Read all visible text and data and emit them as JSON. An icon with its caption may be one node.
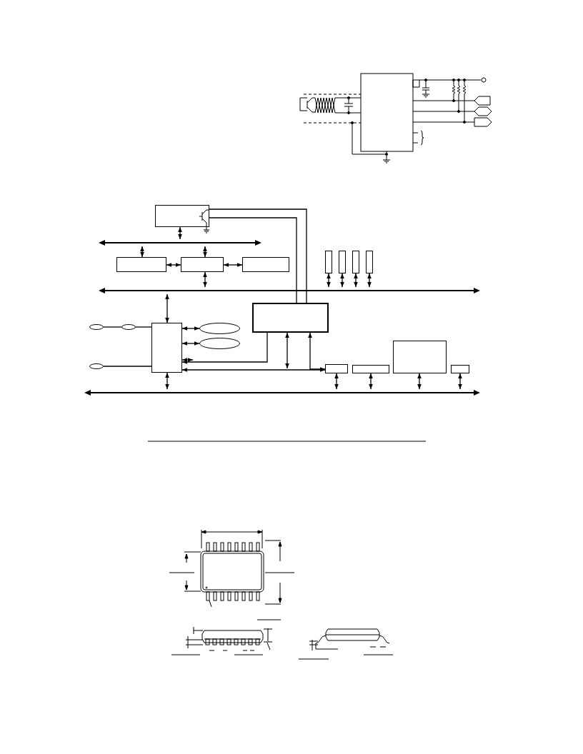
{
  "diagram": {
    "nodes": [
      {
        "text": [],
        "shape": "box"
      },
      {
        "text": [],
        "shape": "bar"
      },
      {
        "text": [],
        "shape": "box"
      },
      {
        "text": [],
        "shape": "box"
      },
      {
        "text": [],
        "shape": "box"
      },
      {
        "text": [],
        "shape": "bar"
      },
      {
        "text": [],
        "shape": "box"
      },
      {
        "text": [],
        "shape": "box"
      },
      {
        "text": [],
        "shape": "box"
      },
      {
        "text": [],
        "shape": "box"
      },
      {
        "text": [],
        "shape": "box"
      },
      {
        "text": [],
        "shape": "box"
      },
      {
        "text": [],
        "shape": "ellipse"
      },
      {
        "text": [],
        "shape": "ellipse"
      },
      {
        "text": [],
        "shape": "ellipse"
      },
      {
        "text": [],
        "shape": "ellipse"
      },
      {
        "text": [],
        "shape": "ellipse"
      },
      {
        "text": [],
        "shape": "box"
      },
      {
        "text": [],
        "shape": "box"
      },
      {
        "text": [],
        "shape": "box"
      },
      {
        "text": [],
        "shape": "box"
      },
      {
        "text": [],
        "shape": "bar"
      }
    ],
    "edges": [
      {
        "from": 0,
        "to": 1,
        "arrow": "both"
      },
      {
        "from": 1,
        "to": 2,
        "arrow": "both"
      },
      {
        "from": 1,
        "to": 3,
        "arrow": "both"
      },
      {
        "from": 2,
        "to": 3,
        "arrow": "both"
      },
      {
        "from": 3,
        "to": 4,
        "arrow": "both"
      },
      {
        "from": 3,
        "to": 5,
        "arrow": "both"
      },
      {
        "from": 6,
        "to": 5,
        "arrow": "both"
      },
      {
        "from": 7,
        "to": 5,
        "arrow": "both"
      },
      {
        "from": 8,
        "to": 5,
        "arrow": "both"
      },
      {
        "from": 9,
        "to": 5,
        "arrow": "both"
      },
      {
        "from": 5,
        "to": 11,
        "arrow": "both"
      },
      {
        "from": 11,
        "to": 12,
        "arrow": "both"
      },
      {
        "from": 11,
        "to": 13,
        "arrow": "both"
      },
      {
        "from": 11,
        "to": null,
        "arrow": "both"
      },
      {
        "from": 0,
        "to": 10,
        "arrow": "none"
      },
      {
        "from": 0,
        "to": 10,
        "arrow": "none"
      },
      {
        "from": 10,
        "to": 11,
        "arrow": "to"
      },
      {
        "from": 11,
        "to": 17,
        "arrow": "both"
      },
      {
        "from": 10,
        "to": null,
        "arrow": "both"
      },
      {
        "from": 10,
        "to": 17,
        "arrow": "both"
      },
      {
        "from": 11,
        "to": 21,
        "arrow": "both"
      },
      {
        "from": 17,
        "to": 21,
        "arrow": "both"
      },
      {
        "from": 18,
        "to": 21,
        "arrow": "both"
      },
      {
        "from": 19,
        "to": 21,
        "arrow": "both"
      },
      {
        "from": 20,
        "to": 21,
        "arrow": "both"
      },
      {
        "from": 14,
        "to": 15,
        "arrow": "none"
      },
      {
        "from": 15,
        "to": 11,
        "arrow": "none"
      },
      {
        "from": 16,
        "to": 11,
        "arrow": "none"
      }
    ]
  }
}
